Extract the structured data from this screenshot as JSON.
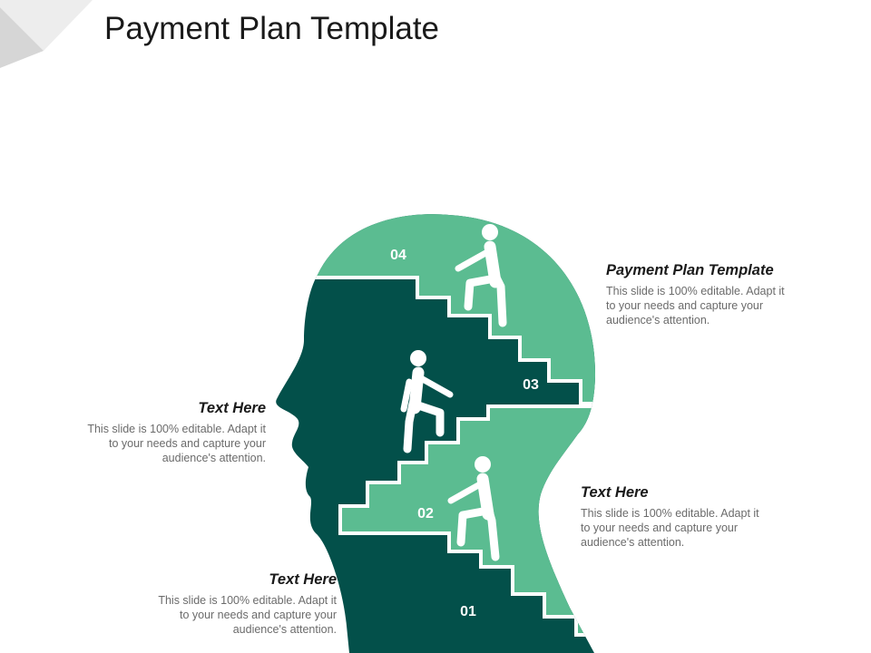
{
  "title": "Payment Plan Template",
  "colors": {
    "dark_green": "#03504A",
    "light_green": "#5BBC91",
    "figure": "#ffffff",
    "corner_gray": "#e3e3e3"
  },
  "steps": [
    {
      "number": "01"
    },
    {
      "number": "02"
    },
    {
      "number": "03"
    },
    {
      "number": "04"
    }
  ],
  "callouts": [
    {
      "heading": "Payment Plan Template",
      "lines": [
        "This slide is 100% editable. Adapt it",
        "to your needs and capture your",
        "audience's attention."
      ]
    },
    {
      "heading": "Text Here",
      "lines": [
        "This slide is 100% editable. Adapt it",
        "to your needs and capture your",
        "audience's attention."
      ]
    },
    {
      "heading": "Text Here",
      "lines": [
        "This slide is 100% editable. Adapt it",
        "to your needs and capture your",
        "audience's attention."
      ]
    },
    {
      "heading": "Text Here",
      "lines": [
        "This slide is 100% editable. Adapt it",
        "to your needs and capture your",
        "audience's attention."
      ]
    }
  ],
  "icons": [
    "person-climbing-icon",
    "person-climbing-icon",
    "person-climbing-icon"
  ]
}
